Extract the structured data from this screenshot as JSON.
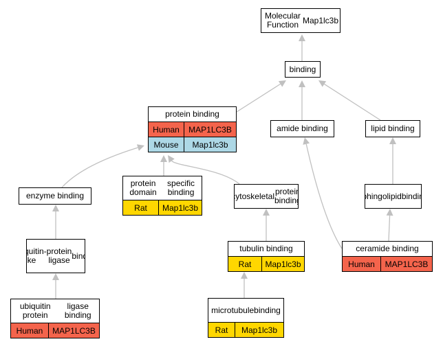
{
  "colors": {
    "human": "#f4644c",
    "mouse": "#add8e6",
    "rat": "#ffd700",
    "edge": "#c0c0c0"
  },
  "nodes": {
    "molecular_function": {
      "title": [
        "Molecular Function",
        "Map1lc3b"
      ],
      "rows": []
    },
    "binding": {
      "title": [
        "binding"
      ],
      "rows": []
    },
    "protein_binding": {
      "title": [
        "protein binding"
      ],
      "rows": [
        {
          "species": "Human",
          "gene": "MAP1LC3B",
          "color_key": "human"
        },
        {
          "species": "Mouse",
          "gene": "Map1lc3b",
          "color_key": "mouse"
        }
      ]
    },
    "amide_binding": {
      "title": [
        "amide binding"
      ],
      "rows": []
    },
    "lipid_binding": {
      "title": [
        "lipid binding"
      ],
      "rows": []
    },
    "enzyme_binding": {
      "title": [
        "enzyme binding"
      ],
      "rows": []
    },
    "protein_domain_specific_binding": {
      "title": [
        "protein domain",
        "specific binding"
      ],
      "rows": [
        {
          "species": "Rat",
          "gene": "Map1lc3b",
          "color_key": "rat"
        }
      ]
    },
    "cytoskeletal_protein_binding": {
      "title": [
        "cytoskeletal",
        "protein binding"
      ],
      "rows": []
    },
    "sphingolipid_binding": {
      "title": [
        "sphingolipid",
        "binding"
      ],
      "rows": []
    },
    "ubiquitin_like_protein_ligase_binding": {
      "title": [
        "ubiquitin-like",
        "protein ligase",
        "binding"
      ],
      "rows": []
    },
    "tubulin_binding": {
      "title": [
        "tubulin binding"
      ],
      "rows": [
        {
          "species": "Rat",
          "gene": "Map1lc3b",
          "color_key": "rat"
        }
      ]
    },
    "ceramide_binding": {
      "title": [
        "ceramide binding"
      ],
      "rows": [
        {
          "species": "Human",
          "gene": "MAP1LC3B",
          "color_key": "human"
        }
      ]
    },
    "ubiquitin_protein_ligase_binding": {
      "title": [
        "ubiquitin protein",
        "ligase binding"
      ],
      "rows": [
        {
          "species": "Human",
          "gene": "MAP1LC3B",
          "color_key": "human"
        }
      ]
    },
    "microtubule_binding": {
      "title": [
        "microtubule",
        "binding"
      ],
      "rows": [
        {
          "species": "Rat",
          "gene": "Map1lc3b",
          "color_key": "rat"
        }
      ]
    }
  },
  "edges": [
    {
      "from": "binding",
      "to": "molecular_function"
    },
    {
      "from": "protein_binding",
      "to": "binding"
    },
    {
      "from": "amide_binding",
      "to": "binding"
    },
    {
      "from": "lipid_binding",
      "to": "binding"
    },
    {
      "from": "enzyme_binding",
      "to": "protein_binding"
    },
    {
      "from": "protein_domain_specific_binding",
      "to": "protein_binding"
    },
    {
      "from": "cytoskeletal_protein_binding",
      "to": "protein_binding"
    },
    {
      "from": "sphingolipid_binding",
      "to": "lipid_binding"
    },
    {
      "from": "ubiquitin_like_protein_ligase_binding",
      "to": "enzyme_binding"
    },
    {
      "from": "tubulin_binding",
      "to": "cytoskeletal_protein_binding"
    },
    {
      "from": "ceramide_binding",
      "to": "amide_binding"
    },
    {
      "from": "ceramide_binding",
      "to": "sphingolipid_binding"
    },
    {
      "from": "ubiquitin_protein_ligase_binding",
      "to": "ubiquitin_like_protein_ligase_binding"
    },
    {
      "from": "microtubule_binding",
      "to": "tubulin_binding"
    }
  ]
}
